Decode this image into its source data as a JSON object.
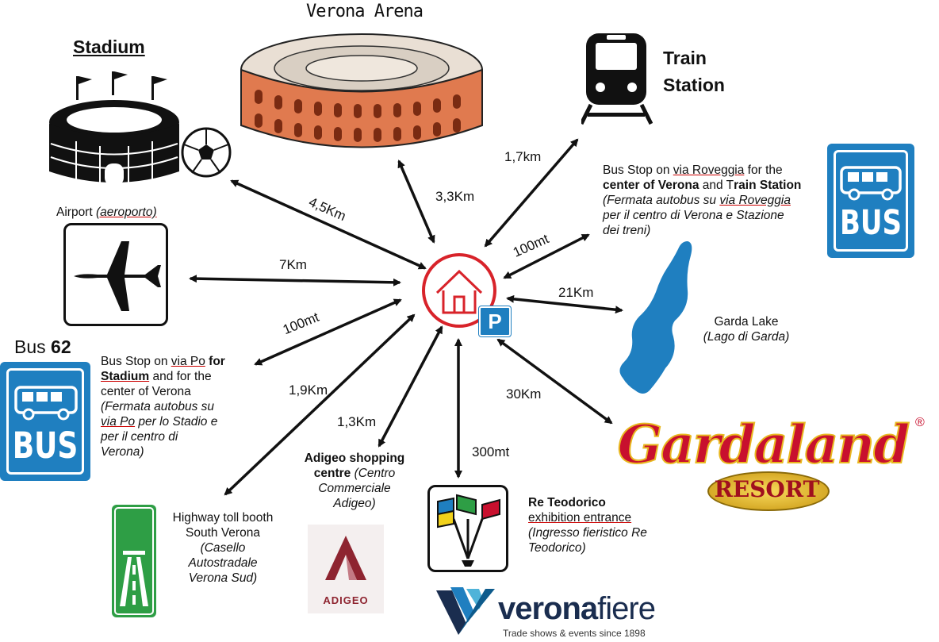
{
  "center": {
    "icon": "home-icon",
    "parking_label": "P"
  },
  "arena": {
    "title": "Verona Arena",
    "distance": "3,3Km"
  },
  "stadium": {
    "title": "Stadium",
    "distance": "4,5Km"
  },
  "train": {
    "title_line1": "Train",
    "title_line2": "Station",
    "distance": "1,7km"
  },
  "bus_roveggia": {
    "distance": "100mt",
    "line1_pre": "Bus Stop on ",
    "line1_street": "via Roveggia",
    "line1_post": " for the",
    "line2_bold1": "center of Verona",
    "line2_mid": " and T",
    "line2_bold2": "rain Station",
    "it1": "(Fermata autobus su ",
    "it1_street": "via Roveggia",
    "it2": "per il centro di Verona e Stazione",
    "it3": "dei treni)",
    "sign": "BUS"
  },
  "airport": {
    "label": "Airport ",
    "label_it": "(aeroporto)",
    "distance": "7Km"
  },
  "garda": {
    "title": "Garda Lake",
    "subtitle": "(Lago di Garda)",
    "distance": "21Km"
  },
  "bus62": {
    "title": "Bus ",
    "title_num": "62",
    "distance": "100mt",
    "line1_pre": "Bus Stop on ",
    "line1_street": "via Po",
    "line1_bold": " for",
    "line2_bold": "Stadium",
    "line2_post": " and for the",
    "line3": "center of Verona",
    "it1": "(Fermata autobus su",
    "it2_street": "via Po",
    "it2_post": " per lo Stadio e",
    "it3": "per il centro di",
    "it4": "Verona)",
    "sign": "BUS"
  },
  "gardaland": {
    "name": "Gardaland",
    "sub": "RESORT",
    "reg": "®",
    "distance": "30Km"
  },
  "highway": {
    "distance": "1,9Km",
    "line1": "Highway toll booth",
    "line2": "South Verona",
    "it1": "(Casello",
    "it2": "Autostradale",
    "it3": "Verona Sud)"
  },
  "adigeo": {
    "distance": "1,3Km",
    "bold1": "Adigeo shopping",
    "bold2": "centre",
    "it1": " (Centro",
    "it2": "Commerciale",
    "it3": "Adigeo)",
    "logo_text": "ADIGEO"
  },
  "teodorico": {
    "distance": "300mt",
    "bold": "Re Teodorico",
    "line2": "exhibition entrance",
    "it1": "(Ingresso fieristico Re",
    "it2": "Teodorico)"
  },
  "veronafiere": {
    "brand_a": "verona",
    "brand_b": "fiere",
    "tagline": "Trade shows & events since 1898"
  },
  "colors": {
    "red": "#d8232a",
    "blue": "#1f7fc0",
    "green": "#2e9e45",
    "arena": "#e07a4f",
    "gardaland_red": "#c8102e",
    "gold": "#e8b820"
  }
}
